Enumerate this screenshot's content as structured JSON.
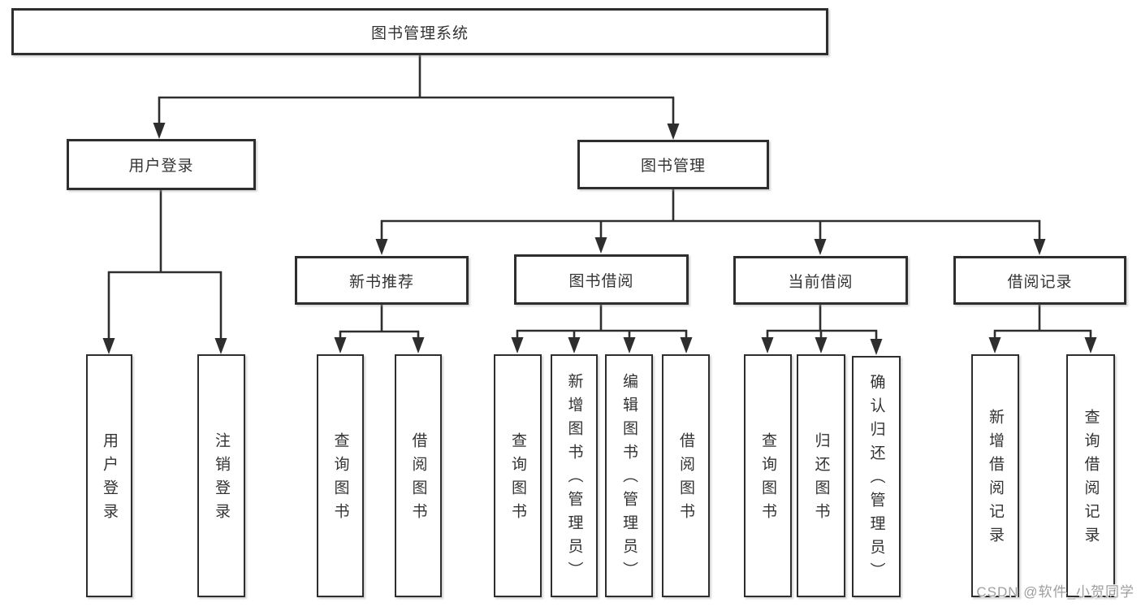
{
  "diagram": {
    "root": {
      "label": "图书管理系统"
    },
    "user_login_branch": {
      "label": "用户登录",
      "children": [
        {
          "label": "用户登录"
        },
        {
          "label": "注销登录"
        }
      ]
    },
    "book_mgmt_branch": {
      "label": "图书管理",
      "groups": [
        {
          "label": "新书推荐",
          "children": [
            {
              "label": "查询图书"
            },
            {
              "label": "借阅图书"
            }
          ]
        },
        {
          "label": "图书借阅",
          "children": [
            {
              "label": "查询图书"
            },
            {
              "label": "新增图书（管理员）"
            },
            {
              "label": "编辑图书（管理员）"
            },
            {
              "label": "借阅图书"
            }
          ]
        },
        {
          "label": "当前借阅",
          "children": [
            {
              "label": "查询图书"
            },
            {
              "label": "归还图书"
            },
            {
              "label": "确认归还（管理员）"
            }
          ]
        },
        {
          "label": "借阅记录",
          "children": [
            {
              "label": "新增借阅记录"
            },
            {
              "label": "查询借阅记录"
            }
          ]
        }
      ]
    },
    "watermark": "CSDN @软件_小贺同学",
    "colors": {
      "line": "#2e2e2e",
      "text": "#333333",
      "background": "#ffffff",
      "watermark": "#9e9e9e"
    }
  }
}
